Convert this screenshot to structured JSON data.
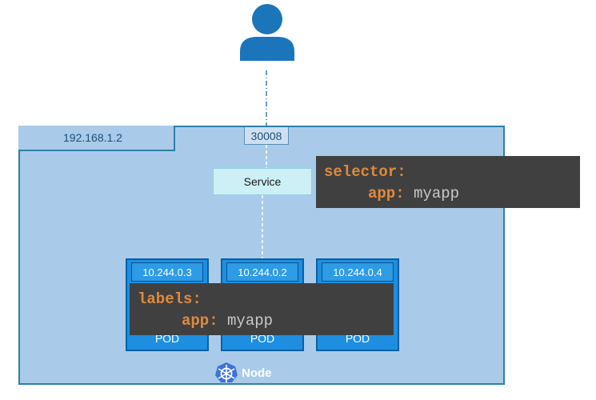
{
  "node": {
    "ip": "192.168.1.2",
    "label": "Node"
  },
  "service": {
    "label": "Service",
    "port": "30008"
  },
  "selector": {
    "key": "selector:",
    "sub_key": "app:",
    "sub_value": "myapp"
  },
  "labels": {
    "key": "labels:",
    "sub_key": "app:",
    "sub_value": "myapp"
  },
  "pods": [
    {
      "ip": "10.244.0.3",
      "label": "POD"
    },
    {
      "ip": "10.244.0.2",
      "label": "POD"
    },
    {
      "ip": "10.244.0.4",
      "label": "POD"
    }
  ],
  "icons": {
    "user": "user-icon",
    "kubernetes": "kubernetes-helm-icon"
  },
  "colors": {
    "node_bg": "#a9cbe9",
    "pod": "#1e8fe0",
    "code_bg": "#404040",
    "code_key": "#e08a3c",
    "user": "#1b75bb"
  }
}
